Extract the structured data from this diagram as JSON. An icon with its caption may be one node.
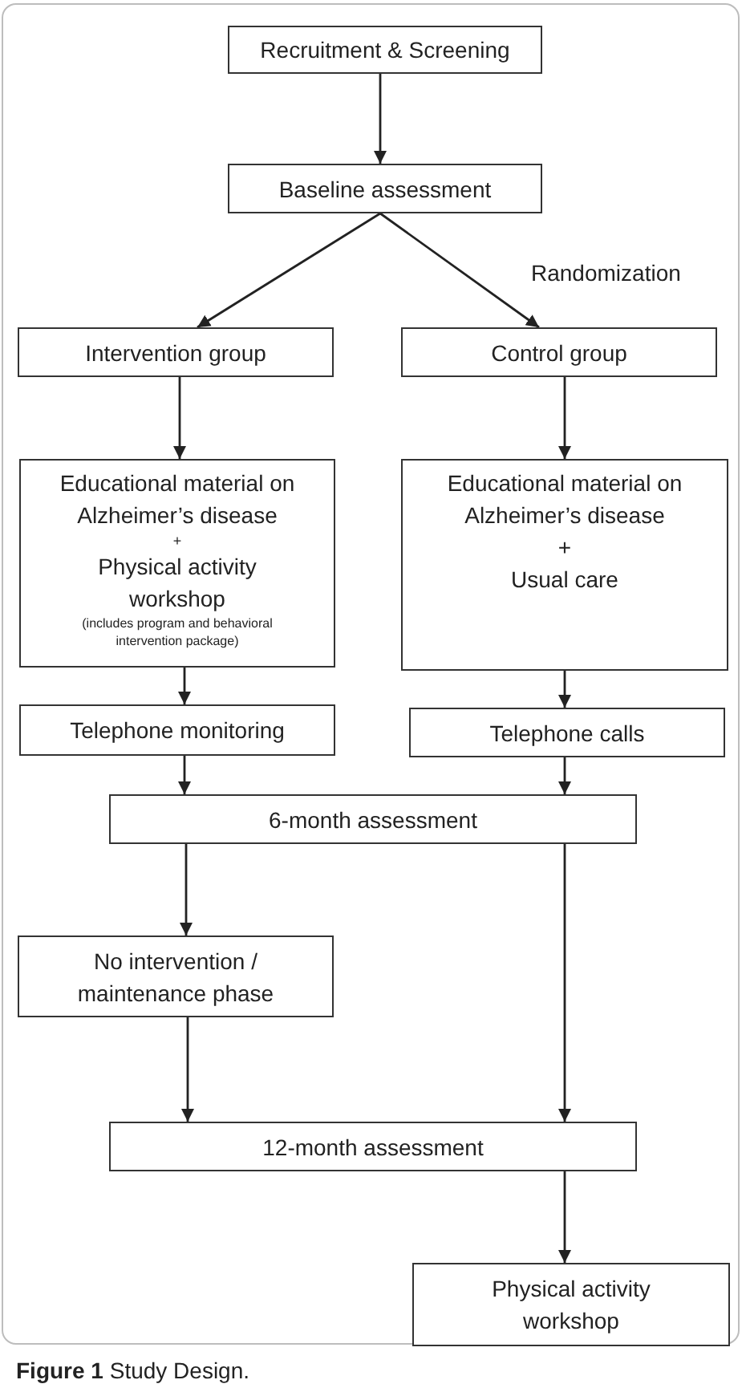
{
  "diagram": {
    "caption": "**Figure 1** Study Design.",
    "nodes": [
      {
        "text": [
          "Recruitment & Screening"
        ]
      },
      {
        "text": [
          "Baseline assessment"
        ]
      },
      {
        "text": [
          "Intervention group"
        ]
      },
      {
        "text": [
          "Control group"
        ]
      },
      {
        "text": [
          "Educational material on Alzheimer’s disease",
          "+",
          "Physical activity workshop",
          "(includes program and behavioral intervention package)"
        ]
      },
      {
        "text": [
          "Educational material on Alzheimer’s disease",
          "+",
          "Usual care"
        ]
      },
      {
        "text": [
          "Telephone monitoring"
        ]
      },
      {
        "text": [
          "Telephone calls"
        ]
      },
      {
        "text": [
          "6-month assessment"
        ]
      },
      {
        "text": [
          "No intervention / maintenance phase"
        ]
      },
      {
        "text": [
          "12-month assessment"
        ]
      },
      {
        "text": [
          "Physical activity workshop"
        ]
      }
    ],
    "edges": [
      {
        "from": 0,
        "to": 1,
        "arrow": "to"
      },
      {
        "from": 1,
        "to": 2,
        "arrow": "to"
      },
      {
        "from": 1,
        "to": 3,
        "arrow": "to"
      },
      {
        "from": 2,
        "to": 4,
        "arrow": "to"
      },
      {
        "from": 3,
        "to": 5,
        "arrow": "to"
      },
      {
        "from": 4,
        "to": 6,
        "arrow": "to"
      },
      {
        "from": 5,
        "to": 7,
        "arrow": "to"
      },
      {
        "from": 6,
        "to": 8,
        "arrow": "to"
      },
      {
        "from": 7,
        "to": 8,
        "arrow": "to"
      },
      {
        "from": 8,
        "to": 9,
        "arrow": "to"
      },
      {
        "from": 8,
        "to": 10,
        "arrow": "to"
      },
      {
        "from": 9,
        "to": 10,
        "arrow": "to"
      },
      {
        "from": 10,
        "to": 11,
        "arrow": "to"
      }
    ],
    "labels": [
      "Randomization"
    ]
  }
}
